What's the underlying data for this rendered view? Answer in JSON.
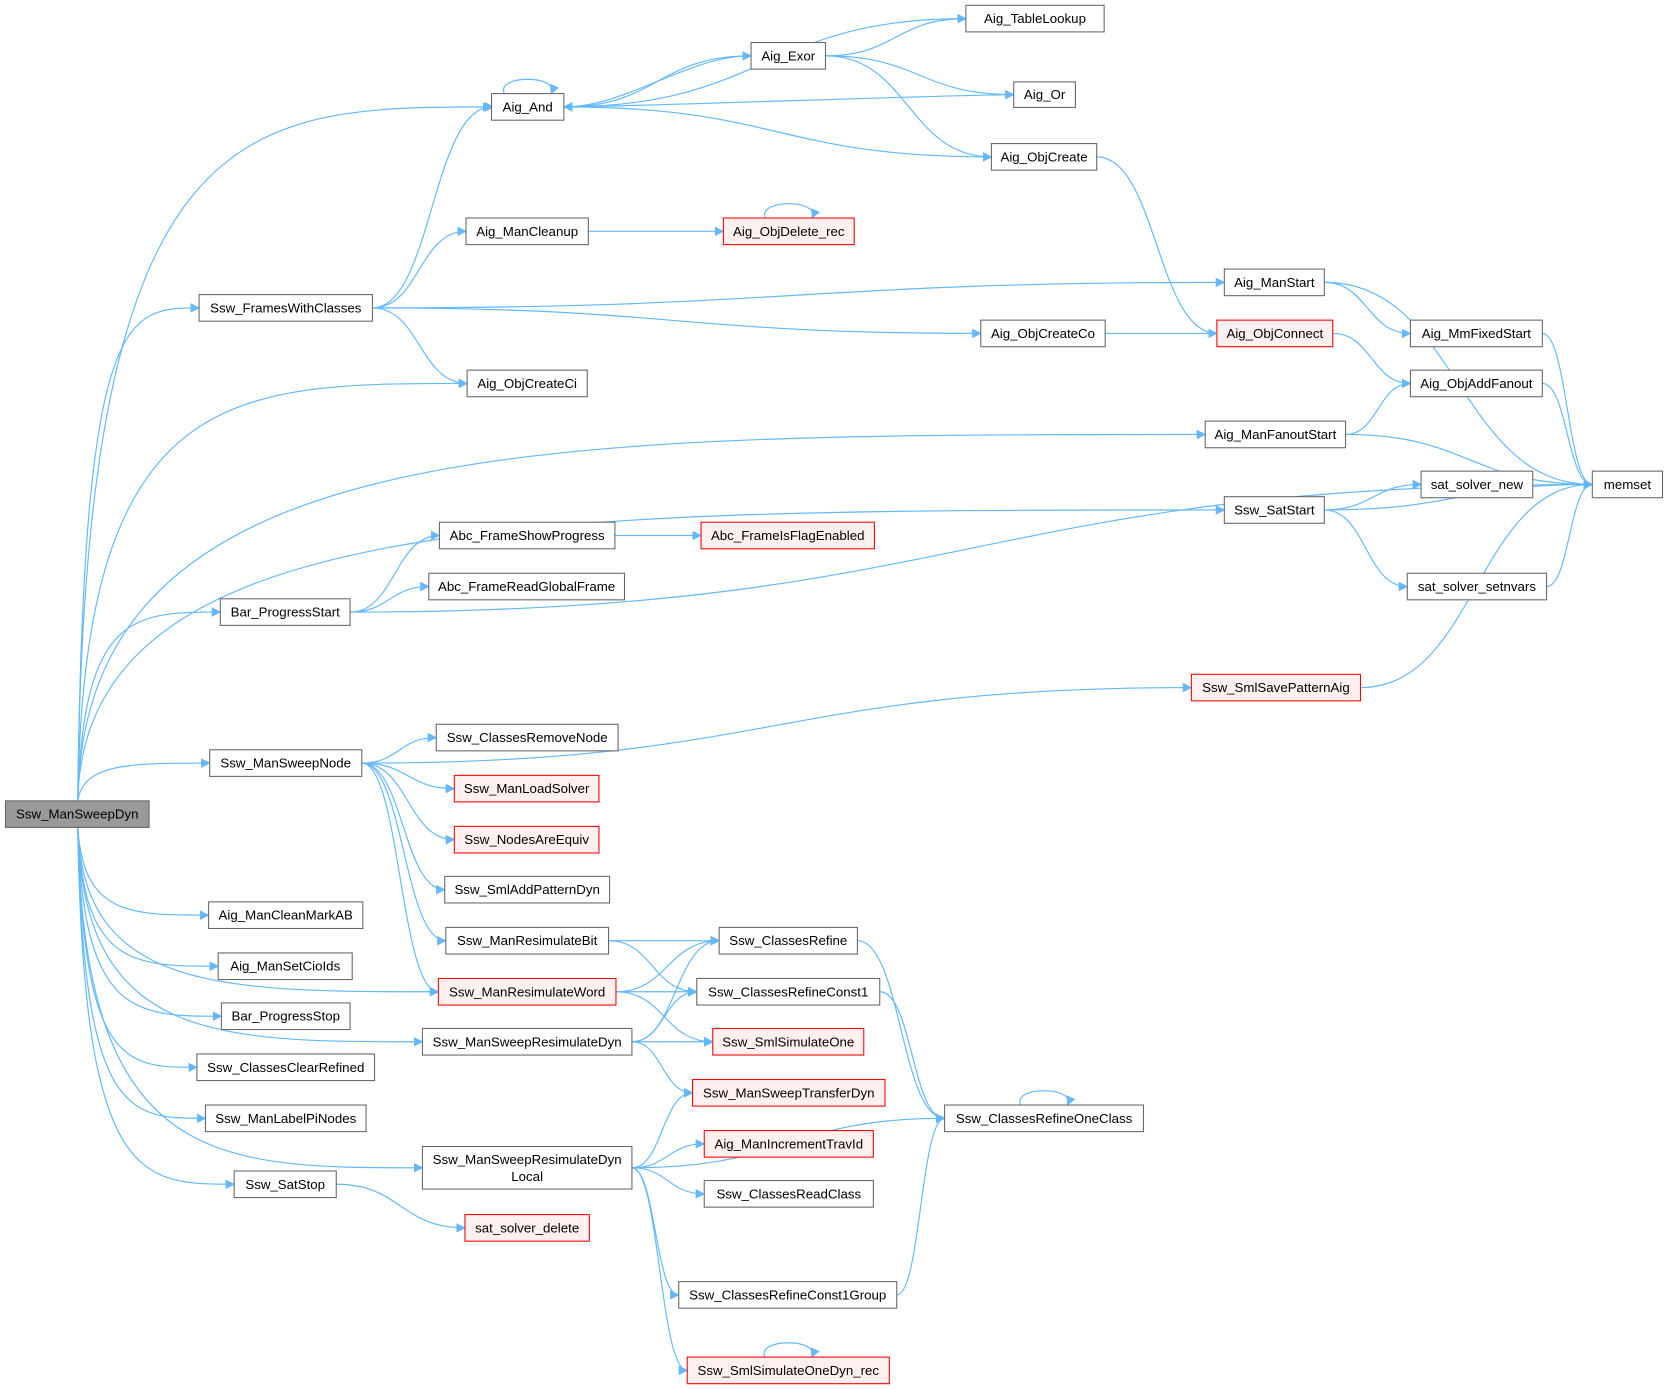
{
  "title": "Ssw_ManSweepDyn call graph",
  "colors": {
    "edge": "#63b8ff",
    "root_fill": "#999999",
    "missing_border": "#ff0000",
    "missing_fill": "#fff0f0",
    "border": "#666666"
  },
  "nodes": {
    "dyn": "Ssw_ManSweepDyn",
    "tablelookup": "Aig_TableLookup",
    "exor": "Aig_Exor",
    "and": "Aig_And",
    "or": "Aig_Or",
    "objcreate": "Aig_ObjCreate",
    "mancleanup": "Aig_ManCleanup",
    "objdelete": "Aig_ObjDelete_rec",
    "frames": "Ssw_FramesWithClasses",
    "manstart": "Aig_ManStart",
    "objcreateco": "Aig_ObjCreateCo",
    "objconnect": "Aig_ObjConnect",
    "mmfixed": "Aig_MmFixedStart",
    "objcreateci": "Aig_ObjCreateCi",
    "objaddfanout": "Aig_ObjAddFanout",
    "fanoutstart": "Aig_ManFanoutStart",
    "memset": "memset",
    "satnew": "sat_solver_new",
    "satstart": "Ssw_SatStart",
    "showprogress": "Abc_FrameShowProgress",
    "flagenabled": "Abc_FrameIsFlagEnabled",
    "progressstart": "Bar_ProgressStart",
    "readglobal": "Abc_FrameReadGlobalFrame",
    "setnvars": "sat_solver_setnvars",
    "savepattern": "Ssw_SmlSavePatternAig",
    "sweepnode": "Ssw_ManSweepNode",
    "removenode": "Ssw_ClassesRemoveNode",
    "loadsolver": "Ssw_ManLoadSolver",
    "areequiv": "Ssw_NodesAreEquiv",
    "addpattern": "Ssw_SmlAddPatternDyn",
    "cleanmark": "Aig_ManCleanMarkAB",
    "resimbit": "Ssw_ManResimulateBit",
    "refine": "Ssw_ClassesRefine",
    "setcioids": "Aig_ManSetCioIds",
    "resimword": "Ssw_ManResimulateWord",
    "refineconst1": "Ssw_ClassesRefineConst1",
    "progressstop": "Bar_ProgressStop",
    "sweepresim": "Ssw_ManSweepResimulateDyn",
    "simone": "Ssw_SmlSimulateOne",
    "clearrefined": "Ssw_ClassesClearRefined",
    "transfer": "Ssw_ManSweepTransferDyn",
    "oneclass": "Ssw_ClassesRefineOneClass",
    "labelpi": "Ssw_ManLabelPiNodes",
    "local_1": "Ssw_ManSweepResimulateDyn",
    "local_2": "Local",
    "travid": "Aig_ManIncrementTravId",
    "satstop": "Ssw_SatStop",
    "readclass": "Ssw_ClassesReadClass",
    "satdelete": "sat_solver_delete",
    "const1group": "Ssw_ClassesRefineConst1Group",
    "simdyn": "Ssw_SmlSimulateOneDyn_rec"
  }
}
